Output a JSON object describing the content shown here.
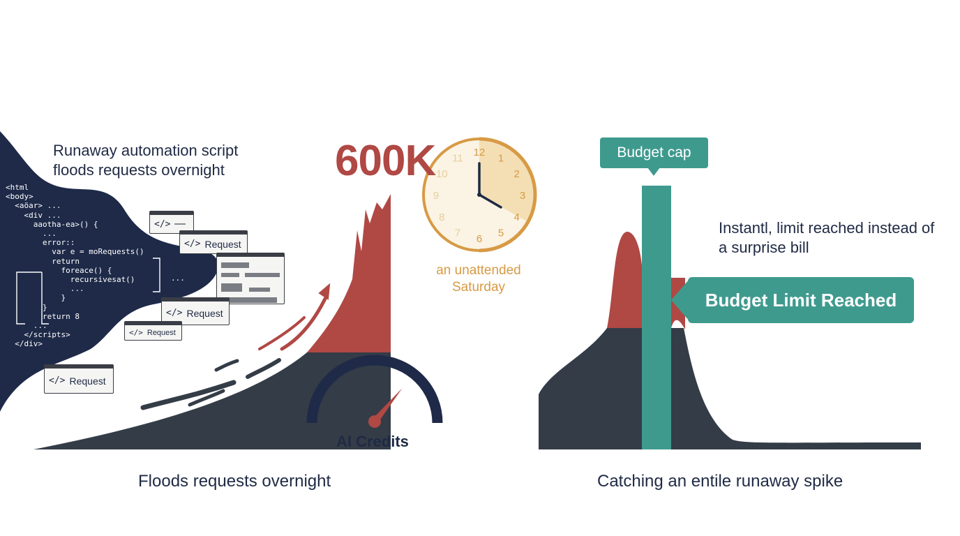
{
  "left_panel": {
    "headline": "Runaway automation script floods requests overnight",
    "big_number": "600K",
    "clock_caption": "an unattended Saturday",
    "gauge_label": "AI Credits",
    "footer": "Floods requests overnight",
    "clock_numbers": [
      "12",
      "1",
      "2",
      "3",
      "4",
      "5",
      "6",
      "7",
      "8",
      "9",
      "10",
      "11"
    ],
    "clock_time": "4:00",
    "request_label": "Request",
    "code_icon": "</>",
    "code_lines": "<html\n<body>\n  <aöar> ...\n    <div ...\n      aaotha-ea>() {\n        ...\n        error::\n          var e = moRequests()\n          return\n            foreace() {\n              recursivesat()\n              ...\n            }\n        }\n        return 8\n      ...\n    </scripts>\n  </div>",
    "code_ellipsis": "...",
    "gauge_level": 0.72,
    "colors": {
      "navy": "#1e2a48",
      "red": "#b04844",
      "charcoal": "#343c47",
      "clock": "#d79a45"
    }
  },
  "right_panel": {
    "cap_label": "Budget cap",
    "caption": "Instantl, limit reached instead of a surprise bill",
    "limit_label": "Budget Limit Reached",
    "footer": "Catching an entile runaway spike",
    "colors": {
      "teal": "#3f9a8e",
      "red": "#b04844",
      "charcoal": "#343c47"
    }
  }
}
